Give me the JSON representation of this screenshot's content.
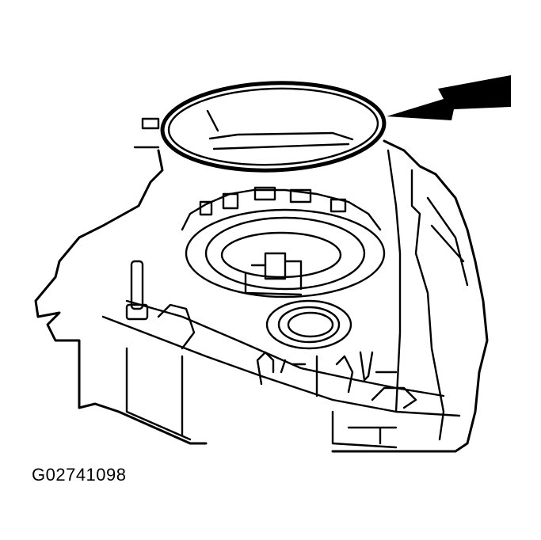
{
  "figure": {
    "caption": "G02741098",
    "subject": "transmission case with seal ring",
    "callouts": [
      {
        "type": "arrow",
        "points_to": "seal-ring",
        "color": "#000000"
      }
    ]
  },
  "colors": {
    "line": "#000000",
    "background": "#ffffff"
  }
}
